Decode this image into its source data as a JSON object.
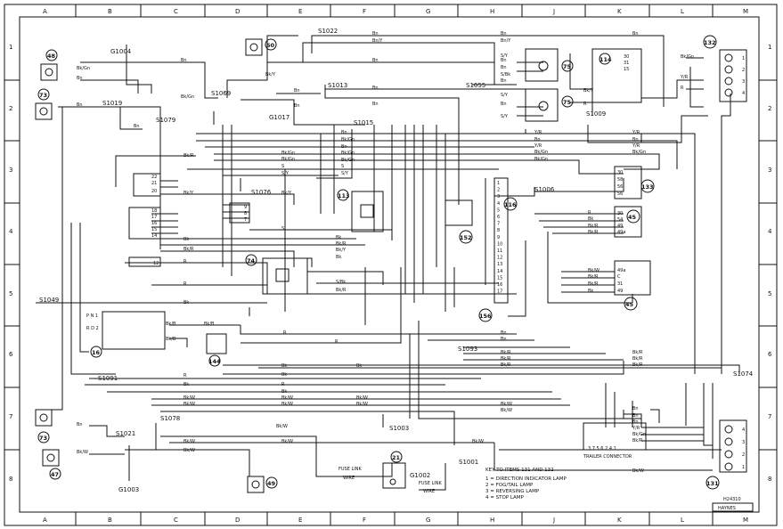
{
  "grid": {
    "columns": [
      "A",
      "B",
      "C",
      "D",
      "E",
      "F",
      "G",
      "H",
      "J",
      "K",
      "L",
      "M"
    ],
    "rows": [
      "1",
      "2",
      "3",
      "4",
      "5",
      "6",
      "7",
      "8"
    ]
  },
  "components": {
    "c48": "48",
    "c73a": "73",
    "c50": "50",
    "c114": "114",
    "c132": "132",
    "c75a": "75",
    "c75b": "75",
    "c113": "113",
    "c116": "116",
    "c152": "152",
    "c133": "133",
    "c45a": "45",
    "c45b": "45",
    "c74": "74",
    "c16": "16",
    "c144": "144",
    "c156": "156",
    "c73b": "73",
    "c47": "47",
    "c21": "21",
    "c49": "49",
    "c131": "131"
  },
  "nodes": {
    "G1004": "G1004",
    "S1022": "S1022",
    "S1019": "S1019",
    "S1079": "S1079",
    "S1069": "S1069",
    "S1013": "S1013",
    "G1017": "G1017",
    "S1015": "S1015",
    "S1055": "S1055",
    "S1009": "S1009",
    "S1076": "S1076",
    "S1006": "S1006",
    "S1049": "S1049",
    "S1093": "S1093",
    "S1091": "S1091",
    "S1074": "S1074",
    "S1003": "S1003",
    "S1078": "S1078",
    "S1021": "S1021",
    "S1001": "S1001",
    "G1002": "G1002",
    "G1003": "G1003"
  },
  "labels": {
    "fuse_link_1": "FUSE LINK",
    "wire_1": "WIRE",
    "fuse_link_2": "FUSE LINK",
    "wire_2": "WIRE",
    "trailer_connector": "TRAILER CONNECTOR",
    "trailer_pins": "3 7 5 6 2 4 1",
    "pnr": "P N 1",
    "rd2": "R D 2"
  },
  "key": {
    "title": "KEY TO ITEMS 131 AND 132",
    "items": [
      "1 = DIRECTION INDICATOR LAMP",
      "2 = FOG/TAIL LAMP",
      "3 = REVERSING LAMP",
      "4 = STOP LAMP"
    ]
  },
  "reference": {
    "code": "H24310",
    "brand": "HAYNES"
  },
  "wire_colors": {
    "bn": "Bn",
    "bny": "Bn/Y",
    "bkgn": "Bk/Gn",
    "bky": "Bk/Y",
    "bkr": "Bk/R",
    "bkw": "Bk/W",
    "bkb": "Bk/B",
    "sy": "S/Y",
    "sbk": "S/Bk",
    "s": "S",
    "r": "R",
    "yr": "Y/R",
    "bk": "Bk",
    "bkgn2": "Bk/Gn",
    "rb": "R/B"
  },
  "pins": {
    "p116": [
      "1",
      "2",
      "3",
      "4",
      "5",
      "6",
      "7",
      "8",
      "9",
      "10",
      "11",
      "12",
      "13",
      "14",
      "15",
      "16",
      "17"
    ],
    "p133": [
      "30",
      "58",
      "56",
      "56"
    ],
    "p45a": [
      "30",
      "54",
      "49",
      "49a"
    ],
    "p45b": [
      "49a",
      "C",
      "31",
      "49"
    ],
    "p132": [
      "1",
      "2",
      "3",
      "4"
    ],
    "p131": [
      "4",
      "3",
      "2",
      "1"
    ],
    "conn22": [
      "22",
      "21",
      "20"
    ],
    "conn18": [
      "18",
      "17",
      "16",
      "15",
      "14"
    ],
    "conn9": [
      "9",
      "8",
      "7"
    ],
    "conn12": "12",
    "p114": [
      "30",
      "31",
      "15"
    ]
  }
}
